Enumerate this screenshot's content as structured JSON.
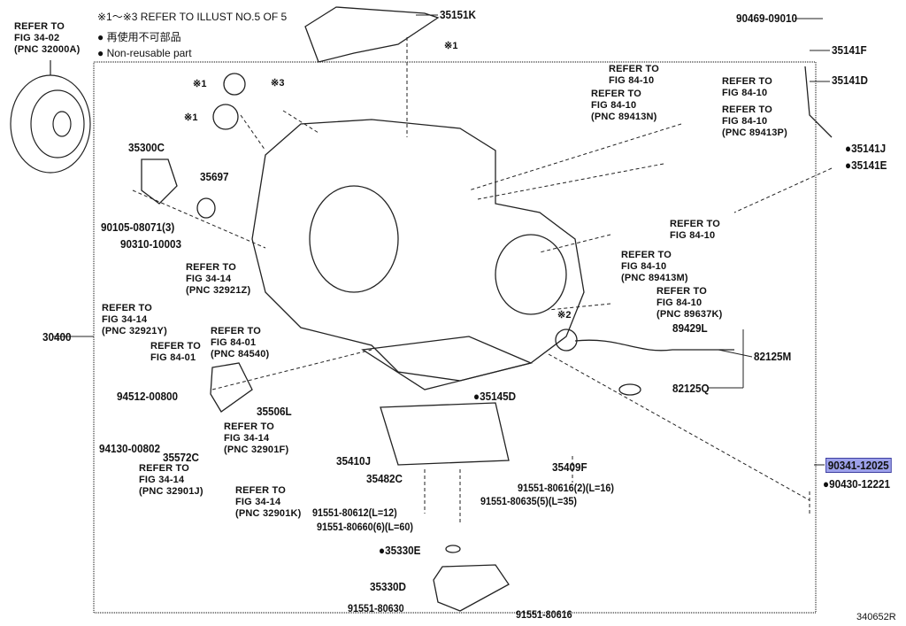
{
  "header": {
    "note_refer": "※1～※3 REFER TO ILLUST NO.5 OF 5",
    "legend_jp": "● 再使用不可部品",
    "legend_en": "● Non-reusable part"
  },
  "labels": {
    "torque_converter_ref": "REFER TO\nFIG 34-02\n(PNC 32000A)",
    "p35151K": "35151K",
    "mark1_top": "※1",
    "p90469": "90469-09010",
    "p35141F": "35141F",
    "p35141D": "35141D",
    "p35141J": "●35141J",
    "p35141E": "●35141E",
    "ref_84_10_a": "REFER TO\nFIG 84-10",
    "ref_89413N": "REFER TO\nFIG 84-10\n(PNC 89413N)",
    "ref_84_10_b": "REFER TO\nFIG 84-10",
    "ref_89413P": "REFER TO\nFIG 84-10\n(PNC 89413P)",
    "mark1_a": "※1",
    "mark3": "※3",
    "mark1_b": "※1",
    "p35300C": "35300C",
    "p35697": "35697",
    "p90105": "90105-08071(3)",
    "p90310": "90310-10003",
    "ref_84_10_c": "REFER TO\nFIG 84-10",
    "ref_89413M": "REFER TO\nFIG 84-10\n(PNC 89413M)",
    "ref_89637K": "REFER TO\nFIG 84-10\n(PNC 89637K)",
    "mark2": "※2",
    "p89429L": "89429L",
    "p82125M": "82125M",
    "p82125Q": "82125Q",
    "ref_32921Z": "REFER TO\nFIG 34-14\n(PNC 32921Z)",
    "ref_32921Y": "REFER TO\nFIG 34-14\n(PNC 32921Y)",
    "p30400": "30400",
    "ref_84_01": "REFER TO\nFIG 84-01",
    "ref_84540": "REFER TO\nFIG 84-01\n(PNC 84540)",
    "p94512": "94512-00800",
    "p35506L": "35506L",
    "p35145D": "●35145D",
    "ref_32901F": "REFER TO\nFIG 34-14\n(PNC 32901F)",
    "p94130": "94130-00802",
    "p35572C": "35572C",
    "p35410J": "35410J",
    "p35409F": "35409F",
    "p35482C": "35482C",
    "ref_32901J": "REFER TO\nFIG 34-14\n(PNC 32901J)",
    "ref_32901K": "REFER TO\nFIG 34-14\n(PNC 32901K)",
    "p91551_80616_2": "91551-80616(2)(L=16)",
    "p91551_80635": "91551-80635(5)(L=35)",
    "p91551_80612": "91551-80612(L=12)",
    "p91551_80660": "91551-80660(6)(L=60)",
    "p90341": "90341-12025",
    "p90430": "●90430-12221",
    "p35330E": "●35330E",
    "p35330D": "35330D",
    "p91551_80630": "91551-80630",
    "p91551_80616": "91551-80616",
    "illust_id": "340652R"
  },
  "colors": {
    "highlight": "#9da1ea",
    "highlight_border": "#3d3fa0",
    "line": "#111111"
  }
}
